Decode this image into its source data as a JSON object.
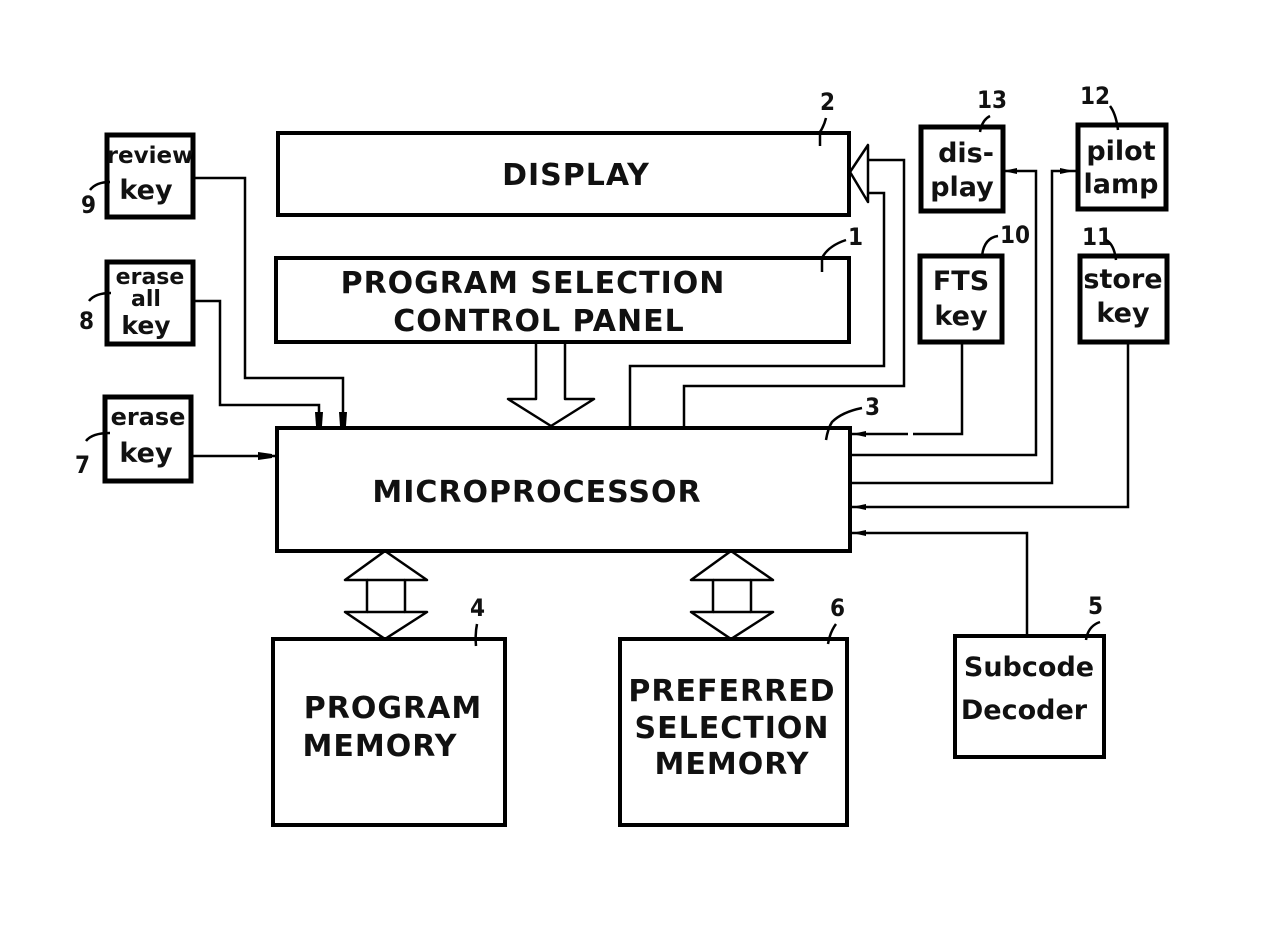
{
  "diagram": {
    "type": "patent block diagram",
    "blocks": {
      "display": {
        "label": "DISPLAY",
        "ref": "2"
      },
      "control_panel": {
        "label_line1": "PROGRAM SELECTION",
        "label_line2": "CONTROL PANEL",
        "ref": "1"
      },
      "microprocessor": {
        "label": "MICROPROCESSOR",
        "ref": "3"
      },
      "program_memory": {
        "label_line1": "PROGRAM",
        "label_line2": "MEMORY",
        "ref": "4"
      },
      "preferred_memory": {
        "label_line1": "PREFERRED",
        "label_line2": "SELECTION",
        "label_line3": "MEMORY",
        "ref": "6"
      },
      "subcode_decoder": {
        "label_line1": "Subcode",
        "label_line2": "Decoder",
        "ref": "5"
      },
      "review_key": {
        "label_line1": "review",
        "label_line2": "key",
        "ref": "9"
      },
      "erase_all_key": {
        "label_line1": "erase",
        "label_line2": "all",
        "label_line3": "key",
        "ref": "8"
      },
      "erase_key": {
        "label_line1": "erase",
        "label_line2": "key",
        "ref": "7"
      },
      "small_display": {
        "label_line1": "dis-",
        "label_line2": "play",
        "ref": "13"
      },
      "pilot_lamp": {
        "label_line1": "pilot",
        "label_line2": "lamp",
        "ref": "12"
      },
      "fts_key": {
        "label_line1": "FTS",
        "label_line2": "key",
        "ref": "10"
      },
      "store_key": {
        "label_line1": "store",
        "label_line2": "key",
        "ref": "11"
      }
    },
    "connections": [
      {
        "from": "review_key",
        "to": "microprocessor",
        "kind": "signal"
      },
      {
        "from": "erase_all_key",
        "to": "microprocessor",
        "kind": "signal"
      },
      {
        "from": "erase_key",
        "to": "microprocessor",
        "kind": "signal"
      },
      {
        "from": "control_panel",
        "to": "microprocessor",
        "kind": "bus"
      },
      {
        "from": "microprocessor",
        "to": "display",
        "kind": "bus"
      },
      {
        "from": "fts_key",
        "to": "microprocessor",
        "kind": "signal"
      },
      {
        "from": "microprocessor",
        "to": "small_display",
        "kind": "signal"
      },
      {
        "from": "microprocessor",
        "to": "pilot_lamp",
        "kind": "signal"
      },
      {
        "from": "store_key",
        "to": "microprocessor",
        "kind": "signal"
      },
      {
        "from": "subcode_decoder",
        "to": "microprocessor",
        "kind": "signal"
      },
      {
        "from": "microprocessor",
        "to": "program_memory",
        "kind": "bidirectional bus"
      },
      {
        "from": "microprocessor",
        "to": "preferred_memory",
        "kind": "bidirectional bus"
      }
    ]
  }
}
